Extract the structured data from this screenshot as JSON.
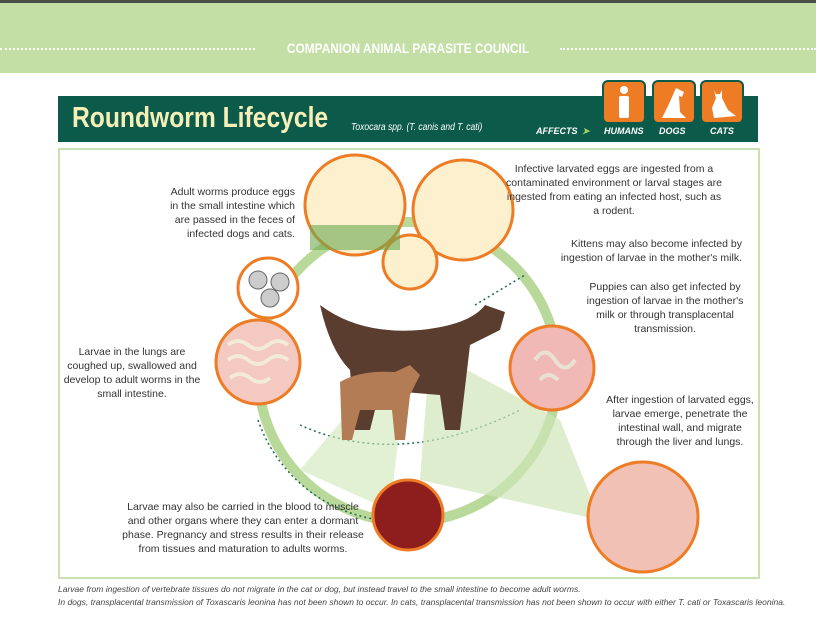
{
  "header": {
    "org": "COMPANION ANIMAL PARASITE COUNCIL"
  },
  "title": {
    "main": "Roundworm Lifecycle",
    "subtitle": "Toxocara spp. (T. canis and T. cati)",
    "affects": "AFFECTS",
    "targets": [
      "HUMANS",
      "DOGS",
      "CATS"
    ],
    "accent": "#ee7c24",
    "bar_color": "#0c5a4a"
  },
  "steps": {
    "adult": "Adult worms produce eggs in the small intestine which are passed in the feces of infected dogs and cats.",
    "ingest": "Infective larvated eggs are ingested from a contaminated environment or larval stages are ingested from eating an infected host, such as a rodent.",
    "kittens": "Kittens may also become infected by ingestion of larvae in the mother's milk.",
    "puppies": "Puppies can also get infected by ingestion of larvae in the mother's milk or through transplacental transmission.",
    "lungs": "Larvae in the lungs are coughed up, swallowed and develop to adult worms in the small intestine.",
    "migrate": "After ingestion of larvated eggs, larvae emerge, penetrate the intestinal wall, and migrate through the liver and lungs.",
    "blood": "Larvae may also be carried in the blood to muscle and other organs where they can enter a dormant phase. Pregnancy and stress results in their release from tissues and maturation to adults worms."
  },
  "footnotes": [
    "Larvae from ingestion of vertebrate tissues do not migrate in the cat or dog, but instead travel to the small intestine to become adult worms.",
    "In dogs, transplacental transmission of Toxascaris leonina has not been shown to occur. In cats, transplacental transmission has not been shown to occur with either T. cati or Toxascaris leonina."
  ]
}
